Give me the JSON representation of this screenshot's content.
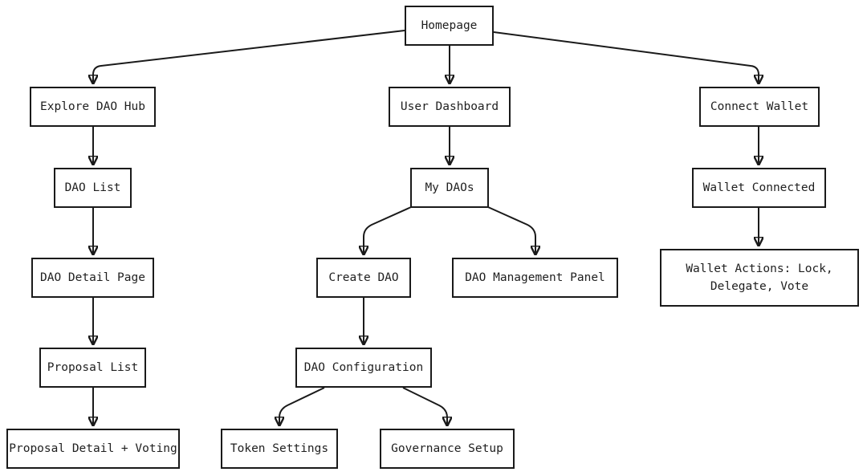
{
  "diagram": {
    "colors": {
      "line": "#1a1a1a",
      "node_border": "#1a1a1a",
      "node_fill": "#ffffff",
      "text": "#1f1f1f"
    },
    "nodes": {
      "homepage": "Homepage",
      "explore_dao_hub": "Explore DAO Hub",
      "user_dashboard": "User Dashboard",
      "connect_wallet": "Connect Wallet",
      "dao_list": "DAO List",
      "my_daos": "My DAOs",
      "wallet_connected": "Wallet Connected",
      "dao_detail_page": "DAO Detail Page",
      "create_dao": "Create DAO",
      "dao_management_panel": "DAO Management Panel",
      "wallet_actions": "Wallet Actions: Lock, Delegate, Vote",
      "proposal_list": "Proposal List",
      "dao_configuration": "DAO Configuration",
      "proposal_detail_voting": "Proposal Detail + Voting",
      "token_settings": "Token Settings",
      "governance_setup": "Governance Setup"
    },
    "edges": [
      {
        "from": "homepage",
        "to": "explore_dao_hub"
      },
      {
        "from": "homepage",
        "to": "user_dashboard"
      },
      {
        "from": "homepage",
        "to": "connect_wallet"
      },
      {
        "from": "explore_dao_hub",
        "to": "dao_list"
      },
      {
        "from": "dao_list",
        "to": "dao_detail_page"
      },
      {
        "from": "dao_detail_page",
        "to": "proposal_list"
      },
      {
        "from": "proposal_list",
        "to": "proposal_detail_voting"
      },
      {
        "from": "user_dashboard",
        "to": "my_daos"
      },
      {
        "from": "my_daos",
        "to": "create_dao"
      },
      {
        "from": "my_daos",
        "to": "dao_management_panel"
      },
      {
        "from": "create_dao",
        "to": "dao_configuration"
      },
      {
        "from": "dao_configuration",
        "to": "token_settings"
      },
      {
        "from": "dao_configuration",
        "to": "governance_setup"
      },
      {
        "from": "connect_wallet",
        "to": "wallet_connected"
      },
      {
        "from": "wallet_connected",
        "to": "wallet_actions"
      }
    ]
  }
}
